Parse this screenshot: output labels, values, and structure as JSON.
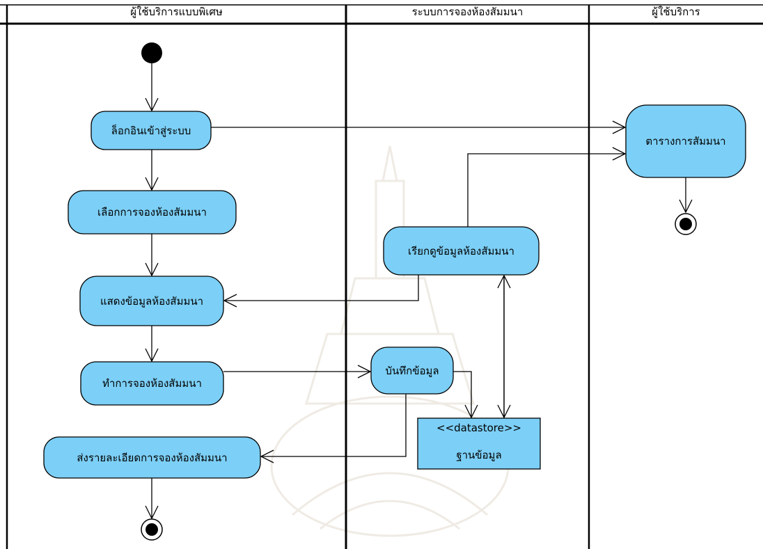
{
  "lanes": [
    {
      "title": "ผู้ใช้บริการแบบพิเศษ"
    },
    {
      "title": "ระบบการจองห้องสัมมนา"
    },
    {
      "title": "ผู้ใช้บริการ"
    }
  ],
  "activities": {
    "login": "ล็อกอินเข้าสู่ระบบ",
    "select_booking": "เลือกการจองห้องสัมมนา",
    "show_room_info": "แสดงข้อมูลห้องสัมมนา",
    "make_booking": "ทำการจองห้องสัมมนา",
    "send_details": "ส่งรายละเอียดการจองห้องสัมมนา",
    "query_room_info": "เรียกดูข้อมูลห้องสัมมนา",
    "save_data": "บันทึกข้อมูล",
    "schedule": "ตารางการสัมมนา"
  },
  "datastore": {
    "stereotype": "<<datastore>>",
    "name": "ฐานข้อมูล"
  },
  "colors": {
    "activity_fill": "#7ccff6",
    "datastore_fill": "#7ccff6",
    "line": "#000000"
  }
}
